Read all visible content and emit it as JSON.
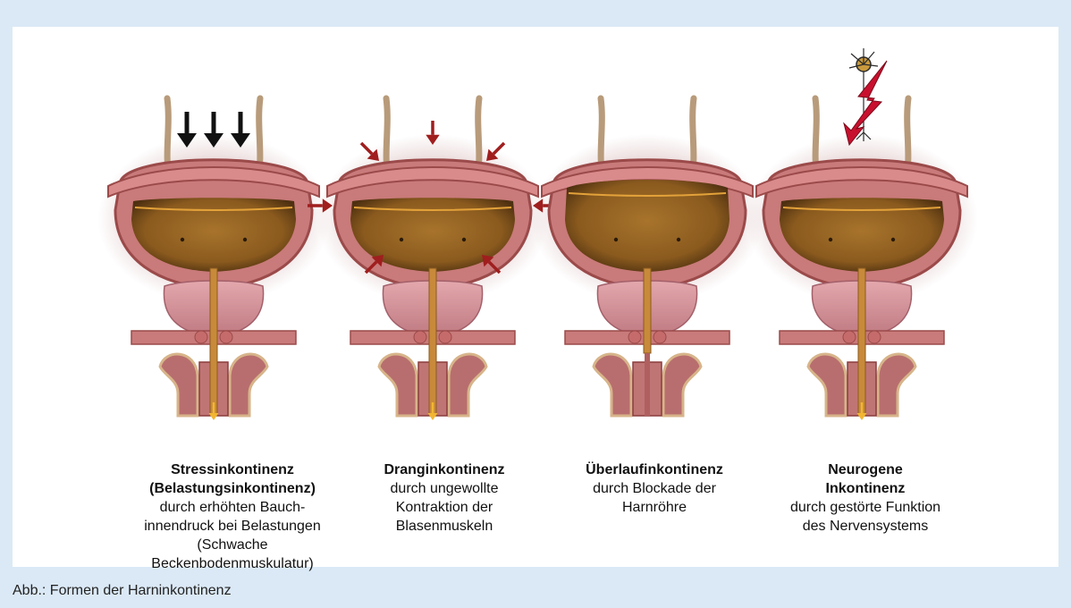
{
  "figure": {
    "panels": [
      {
        "title": "Stressinkontinenz\n(Belastungsinkontinenz)",
        "subtitle": "durch erhöhten Bauch-\ninnendruck bei Belastungen\n(Schwache\nBeckenbodenmuskulatur)",
        "arrows": "black-down",
        "leak": true
      },
      {
        "title": "Dranginkontinenz",
        "subtitle": "durch ungewollte\nKontraktion der\nBlasenmuskeln",
        "arrows": "red-around",
        "leak": true
      },
      {
        "title": "Überlaufinkontinenz",
        "subtitle": "durch Blockade der\nHarnröhre",
        "arrows": "none",
        "leak": false
      },
      {
        "title": "Neurogene\nInkontinenz",
        "subtitle": "durch gestörte Funktion\ndes Nervensystems",
        "arrows": "neuron-lightning",
        "leak": true
      }
    ],
    "caption": "Abb.: Formen der Harninkontinenz"
  },
  "colors": {
    "page_background": "#dbe9f6",
    "tissue": "#c97a7a",
    "tissue_dark": "#9b4a4a",
    "urine": "#8a5a1e",
    "ureter": "#b89b7a",
    "arrow_red": "#a01e1e",
    "arrow_black": "#111111",
    "lightning": "#c8102e"
  }
}
